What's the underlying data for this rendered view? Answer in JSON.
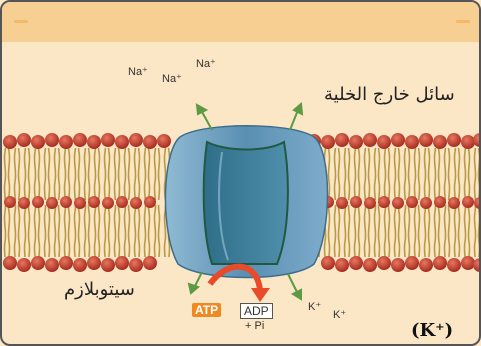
{
  "labels": {
    "extracellular": "سائل خارج الخلية",
    "cytoplasm": "سيتوبلازم",
    "na_ions": [
      "Na⁺",
      "Na⁺",
      "Na⁺"
    ],
    "k_ions": [
      "K⁺",
      "K⁺"
    ],
    "atp": "ATP",
    "adp": "ADP",
    "pi": "+ Pi",
    "k_caption": "(K⁺)"
  },
  "colors": {
    "background": "#fbe6c6",
    "header_band": "#f7cf93",
    "phospholipid_head": "#c4402f",
    "lipid_tail": "#b99a44",
    "protein": "#5f94b6",
    "arrow": "#e84a2a"
  }
}
